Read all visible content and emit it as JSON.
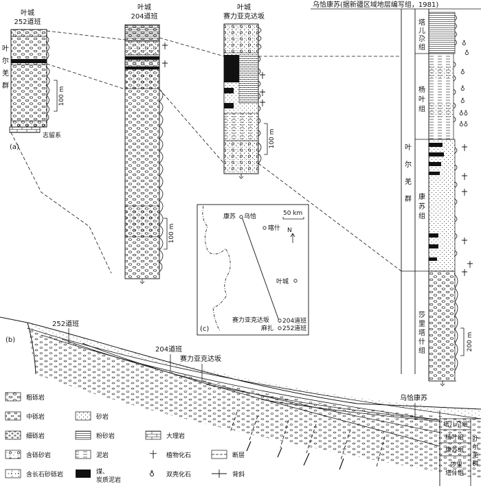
{
  "colors": {
    "ink": "#111111",
    "coal": "#111111",
    "paper": "#ffffff"
  },
  "col_a": {
    "title_1": "叶城",
    "title_2": "252道班",
    "group": "叶尔羌群",
    "scale": "100 m",
    "base": "志留系",
    "panel": "(a)"
  },
  "col_204": {
    "title_1": "叶城",
    "title_2": "204道班",
    "scale": "100 m"
  },
  "col_sai": {
    "title_1": "叶城",
    "title_2": "赛力亚克达坂",
    "scale": "100 m"
  },
  "col_wu": {
    "title": "乌恰康苏(据新疆区域地层编写组，1981)",
    "group": "叶尔羌群",
    "formations": [
      "塔儿尕组",
      "杨叶组",
      "康苏组",
      "莎里塔什组"
    ],
    "scale": "200 m"
  },
  "map": {
    "panel": "(c)",
    "scale": "50 km",
    "north": "N",
    "places": [
      "康苏",
      "乌恰",
      "喀什",
      "叶城",
      "赛力亚克达坂",
      "204道班",
      "麻扎",
      "252道班"
    ]
  },
  "section": {
    "panel": "(b)",
    "labels": [
      "252道班",
      "204道班",
      "赛力亚克达坂",
      "乌恰康苏"
    ],
    "formations": [
      "塔儿尕组",
      "杨叶组",
      "康苏组",
      "莎里塔什组"
    ],
    "group": "叶尔羌群"
  },
  "legend": [
    {
      "icon": "coarse-conglomerate-icon",
      "label": "粗砾岩"
    },
    {
      "icon": "medium-conglomerate-icon",
      "label": "中砾岩"
    },
    {
      "icon": "fine-conglomerate-icon",
      "label": "细砾岩"
    },
    {
      "icon": "pebbly-sandstone-icon",
      "label": "含砾砂岩"
    },
    {
      "icon": "feldspathic-pebbly-sandstone-icon",
      "label": "含长石砂砾岩"
    },
    {
      "icon": "sandstone-icon",
      "label": "砂岩"
    },
    {
      "icon": "siltstone-icon",
      "label": "粉砂岩"
    },
    {
      "icon": "mudstone-icon",
      "label": "泥岩"
    },
    {
      "icon": "plant-fossil-icon",
      "label": "植物化石"
    },
    {
      "icon": "coal-icon",
      "label": "煤、炭质泥岩"
    },
    {
      "icon": "marble-icon",
      "label": "大理岩"
    },
    {
      "icon": "fault-icon",
      "label": "断层"
    },
    {
      "icon": "bivalve-fossil-icon",
      "label": "双壳化石"
    },
    {
      "icon": "anticline-icon",
      "label": "背斜"
    }
  ]
}
